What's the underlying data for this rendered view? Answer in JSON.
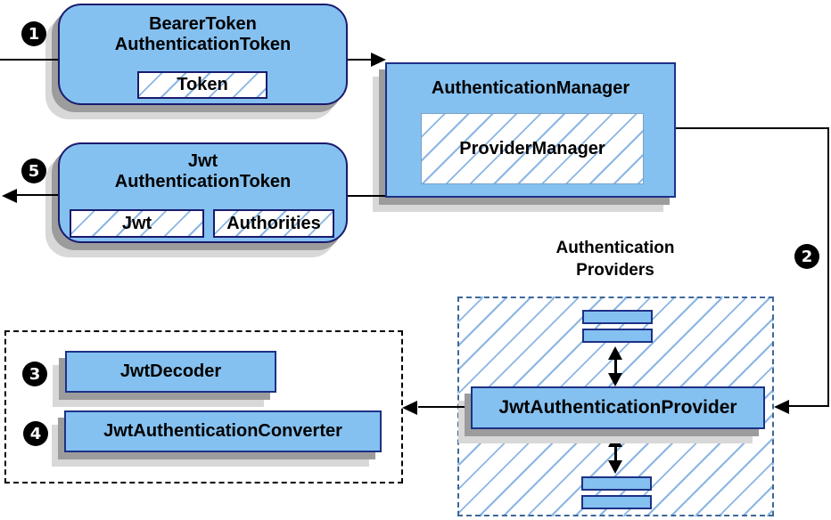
{
  "colors": {
    "node_fill": "#85c1f0",
    "node_border": "#1d3186",
    "rounded_node_border": "#1a1a6e",
    "hatch_line": "#8ab6e4",
    "providers_dashed_border": "#3d6899",
    "converters_dashed_border": "#000000",
    "flow_line": "#000000",
    "shadow_dark": "#9c9c9c",
    "shadow_light": "#d8d8d8"
  },
  "badges": {
    "step1": "1",
    "step2": "2",
    "step3": "3",
    "step4": "4",
    "step5": "5"
  },
  "nodes": {
    "bearer_token": {
      "title_line1": "BearerToken",
      "title_line2": "AuthenticationToken",
      "token_field": "Token"
    },
    "authentication_manager": {
      "title": "AuthenticationManager",
      "provider_manager": "ProviderManager"
    },
    "jwt_authentication_token": {
      "title_line1": "Jwt",
      "title_line2": "AuthenticationToken",
      "jwt_field": "Jwt",
      "authorities_field": "Authorities"
    },
    "authentication_providers": {
      "label_line1": "Authentication",
      "label_line2": "Providers",
      "provider": "JwtAuthenticationProvider"
    },
    "jwt_decoder": {
      "label": "JwtDecoder"
    },
    "jwt_authentication_converter": {
      "label": "JwtAuthenticationConverter"
    }
  }
}
